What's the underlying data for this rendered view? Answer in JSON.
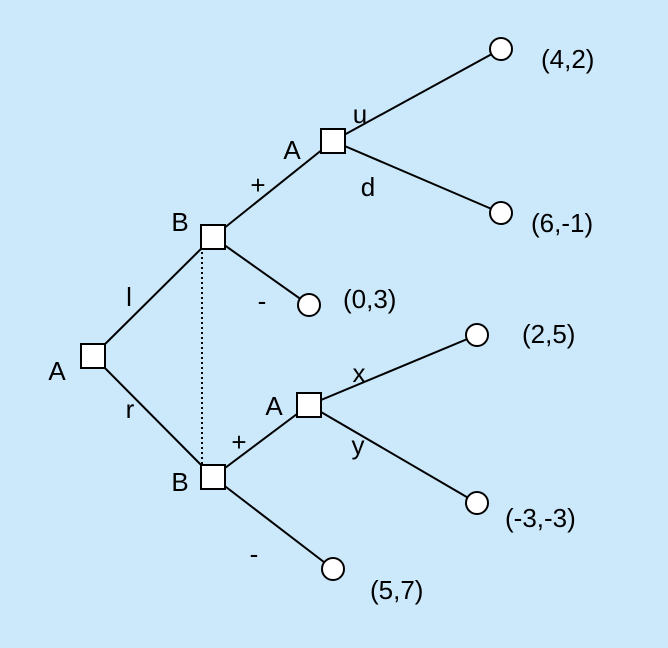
{
  "diagram": {
    "type": "extensive-form game tree",
    "background_color": "#cce8fb",
    "line_color": "#000000",
    "node_fill": "#ffffff",
    "decision_nodes": [
      {
        "id": "root",
        "player": "A"
      },
      {
        "id": "b_top",
        "player": "B"
      },
      {
        "id": "b_bottom",
        "player": "B"
      },
      {
        "id": "a_top",
        "player": "A"
      },
      {
        "id": "a_bottom",
        "player": "A"
      }
    ],
    "moves": [
      {
        "from": "root",
        "to": "b_top",
        "label": "l"
      },
      {
        "from": "root",
        "to": "b_bottom",
        "label": "r"
      },
      {
        "from": "b_top",
        "to": "a_top",
        "label": "+"
      },
      {
        "from": "b_top",
        "to": "t_03",
        "label": "-"
      },
      {
        "from": "a_top",
        "to": "t_42",
        "label": "u"
      },
      {
        "from": "a_top",
        "to": "t_6m1",
        "label": "d"
      },
      {
        "from": "b_bottom",
        "to": "a_bottom",
        "label": "+"
      },
      {
        "from": "b_bottom",
        "to": "t_57",
        "label": "-"
      },
      {
        "from": "a_bottom",
        "to": "t_25",
        "label": "x"
      },
      {
        "from": "a_bottom",
        "to": "t_m3m3",
        "label": "y"
      }
    ],
    "terminals": [
      {
        "id": "t_42",
        "payoff": "(4,2)"
      },
      {
        "id": "t_6m1",
        "payoff": "(6,-1)"
      },
      {
        "id": "t_03",
        "payoff": "(0,3)"
      },
      {
        "id": "t_25",
        "payoff": "(2,5)"
      },
      {
        "id": "t_m3m3",
        "payoff": "(-3,-3)"
      },
      {
        "id": "t_57",
        "payoff": "(5,7)"
      }
    ],
    "information_sets": [
      {
        "nodes": [
          "b_top",
          "b_bottom"
        ],
        "style": "dotted"
      }
    ]
  }
}
